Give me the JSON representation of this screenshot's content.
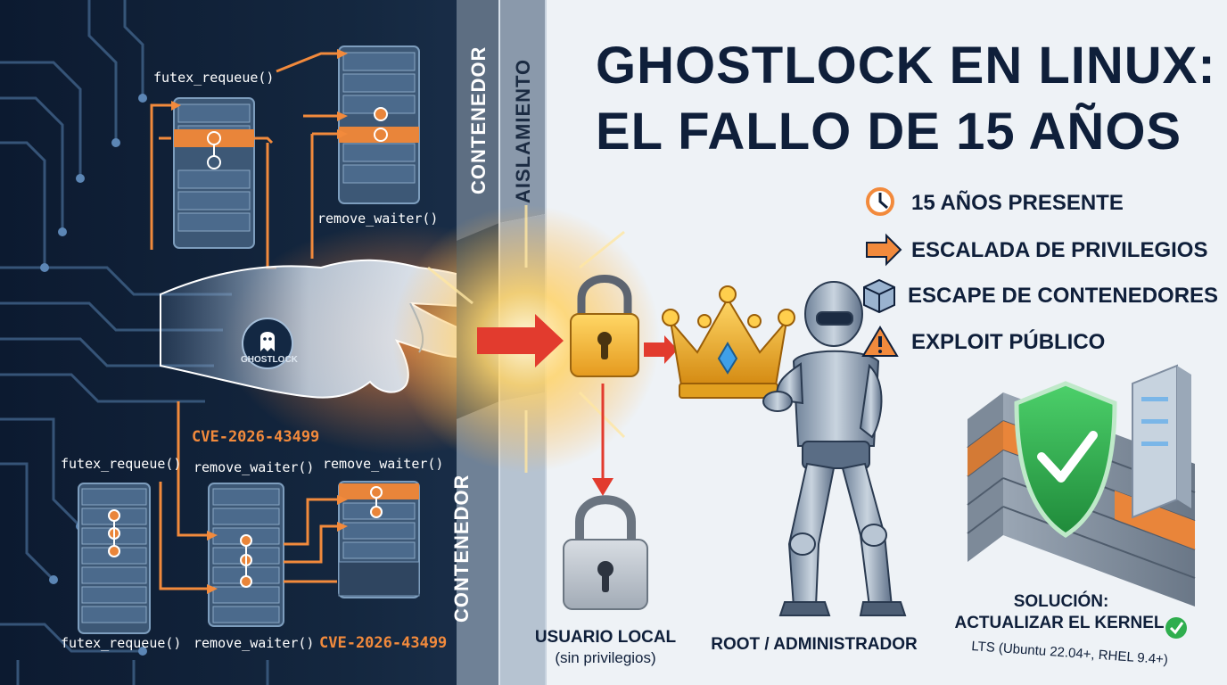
{
  "title": {
    "line1": "GHOSTLOCK EN LINUX:",
    "line2": "EL FALLO DE 15 AÑOS"
  },
  "features": [
    {
      "icon": "clock-icon",
      "label": "15 AÑOS PRESENTE"
    },
    {
      "icon": "arrow-icon",
      "label": "ESCALADA DE PRIVILEGIOS"
    },
    {
      "icon": "cube-icon",
      "label": "ESCAPE DE CONTENEDORES"
    },
    {
      "icon": "warning-icon",
      "label": "EXPLOIT PÚBLICO"
    }
  ],
  "diagram": {
    "top_futex": "futex_requeue()",
    "top_remove": "remove_waiter()",
    "ghost_badge": "GHOSTLOCK",
    "cve_main": "CVE-2026-43499",
    "mid_futex": "futex_requeue()",
    "mid_remove1": "remove_waiter()",
    "mid_remove2": "remove_waiter()",
    "bot_futex": "futex_requeue()",
    "bot_remove": "remove_waiter()",
    "cve_bottom": "CVE-2026-43499"
  },
  "walls": {
    "container_top": "CONTENEDOR",
    "isolation": "AISLAMIENTO",
    "container_bottom": "CONTENEDOR"
  },
  "actors": {
    "local_user": "USUARIO LOCAL",
    "local_user_sub": "(sin privilegios)",
    "root": "ROOT / ADMINISTRADOR"
  },
  "solution": {
    "label": "SOLUCIÓN:",
    "action": "ACTUALIZAR EL KERNEL",
    "versions": "LTS (Ubuntu 22.04+, RHEL 9.4+)"
  },
  "colors": {
    "accent_orange": "#f28a3c",
    "navy": "#0f1f3a",
    "panel_dark": "#12233d",
    "lock_gold": "#f2b733",
    "shield_green": "#2fae4e",
    "alert_red": "#e23b2e"
  }
}
